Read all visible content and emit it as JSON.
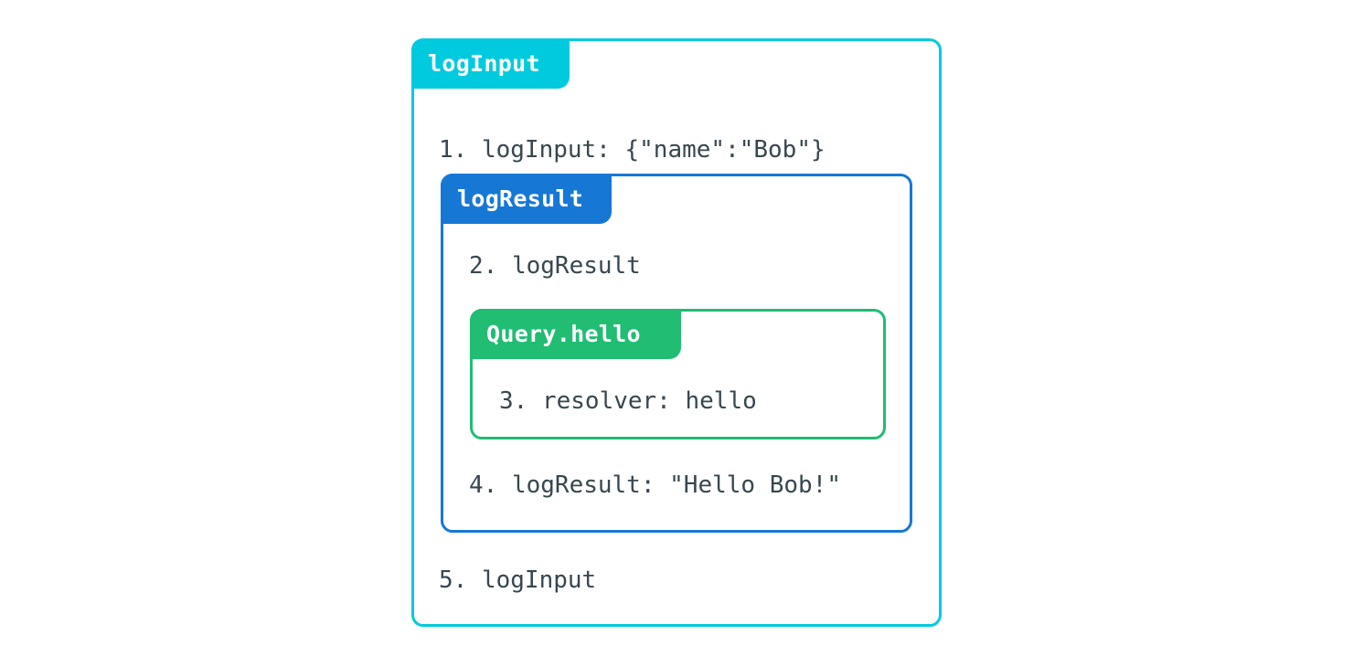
{
  "diagram": {
    "type": "nested-trace-boxes",
    "background_color": "#ffffff",
    "text_color": "#37474f",
    "outer": {
      "label": "logInput",
      "color": "#00cade",
      "lines": {
        "first": "1. logInput: {\"name\":\"Bob\"}",
        "last": "5. logInput"
      },
      "middle": {
        "label": "logResult",
        "color": "#1678d4",
        "lines": {
          "first": "2. logResult",
          "last": "4. logResult: \"Hello Bob!\""
        },
        "inner": {
          "label": "Query.hello",
          "color": "#20bd73",
          "lines": {
            "first": "3. resolver: hello"
          }
        }
      }
    }
  }
}
